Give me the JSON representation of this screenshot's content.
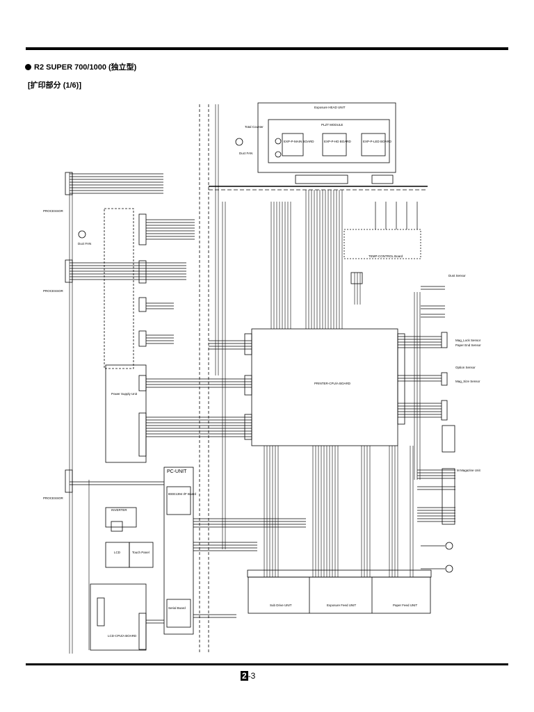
{
  "header": {
    "title": "R2 SUPER 700/1000 (独立型)",
    "subtitle": "[扩印部分 (1/6)]"
  },
  "units": {
    "exposure_head": "Exposure HEAD UNIT",
    "plzt_module": "PLZT MODULE",
    "plzt_boards": [
      "EXP-P-MAIN BOARD",
      "EXP-P-HD BOARD",
      "EXP-P-LED BOARD"
    ],
    "total_counter": "Total Counter",
    "duct_fan_top": "Duct FAN",
    "duct_fan_left": "Duct FAN",
    "temp_control": "TEMP-CONTROL Board",
    "printer_cpu": "PRINTER-CPU/A BOARD",
    "power_supply": "Power Supply Unit",
    "pc_unit": "PC-UNIT",
    "if_board": "IEEE1394 I/F Board",
    "serial_board": "Serial Board",
    "inverter": "INVERTER",
    "lcd": "LCD",
    "touch_panel": "Touch Panel",
    "lcd_cpu": "LCD-CPU/A BOARD",
    "sub_drive": "Sub Drive UNIT",
    "exposure_feed": "Exposure Feed UNIT",
    "paper_feed": "Paper Feed UNIT",
    "processor_labels": [
      "PROCESSOR",
      "PROCESSOR",
      "PROCESSOR"
    ],
    "right_sensors": [
      "Mag_Lock Sensor",
      "Paper End Sensor",
      "Option Sensor",
      "Mag_Size Sensor"
    ],
    "magazine": "M Magazine Unit",
    "dust_sensor": "Dust Sensor"
  },
  "footer": {
    "chapter": "2",
    "page": "-3"
  }
}
